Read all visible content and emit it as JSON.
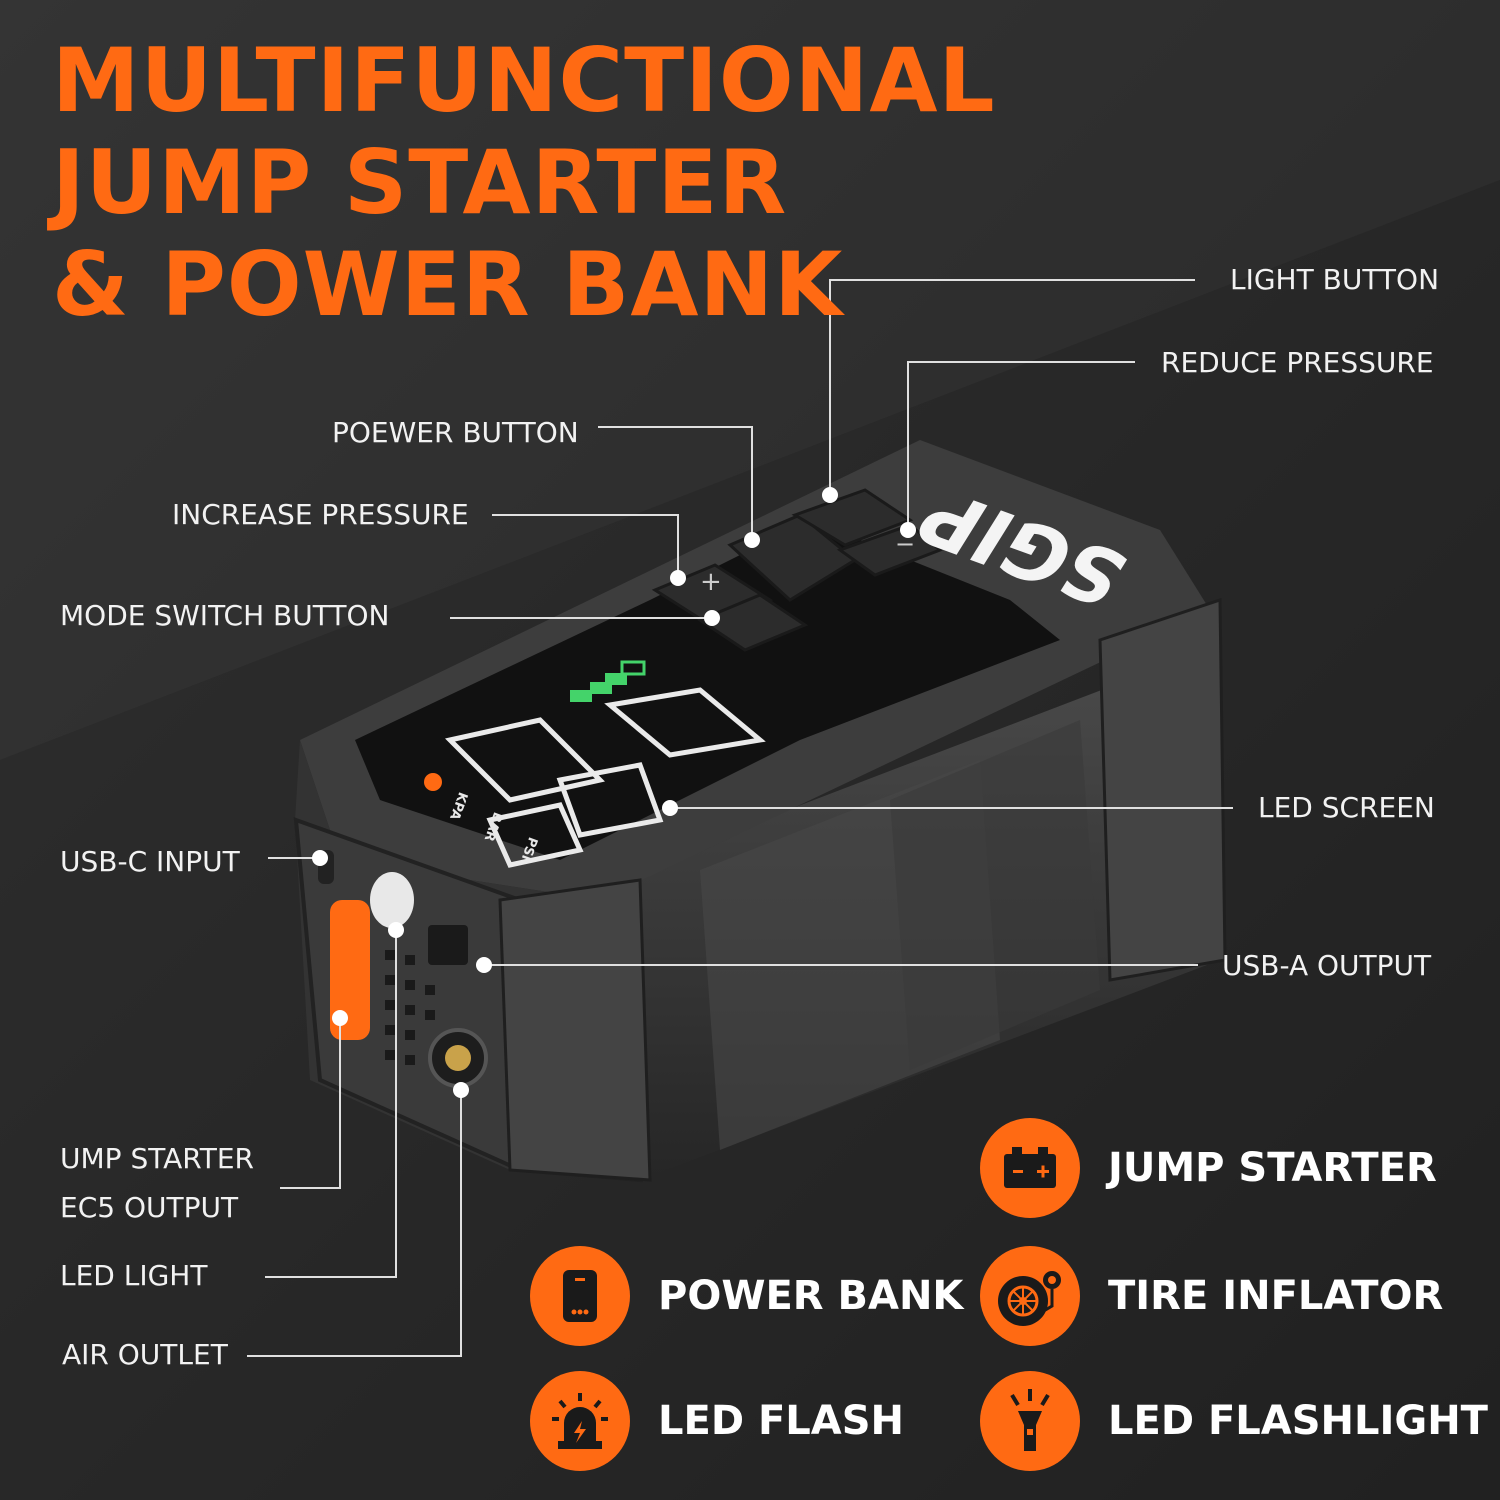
{
  "headline": {
    "line1": "MULTIFUNCTIONAL",
    "line2": "JUMP STARTER",
    "line3": "& POWER BANK"
  },
  "device": {
    "brand": "SGIP",
    "screen_units": {
      "kpa": "KPA",
      "bar": "BAR",
      "psi": "PSI"
    }
  },
  "callouts": {
    "light_button": "LIGHT BUTTON",
    "reduce_pressure": "REDUCE PRESSURE",
    "power_button": "POEWER BUTTON",
    "increase_pressure": "INCREASE PRESSURE",
    "mode_switch_button": "MODE SWITCH BUTTON",
    "led_screen": "LED SCREEN",
    "usb_c_input": "USB-C INPUT",
    "usb_a_output": "USB-A OUTPUT",
    "ec5_line1": "UMP STARTER",
    "ec5_line2": "EC5 OUTPUT",
    "led_light": "LED LIGHT",
    "air_outlet": "AIR OUTLET"
  },
  "features": [
    {
      "label": "JUMP STARTER",
      "icon": "battery-icon"
    },
    {
      "label": "POWER BANK",
      "icon": "power-bank-icon"
    },
    {
      "label": "TIRE INFLATOR",
      "icon": "tire-inflator-icon"
    },
    {
      "label": "LED FLASH",
      "icon": "warning-beacon-icon"
    },
    {
      "label": "LED FLASHLIGHT",
      "icon": "flashlight-icon"
    }
  ],
  "colors": {
    "accent": "#ff6a13",
    "background": "#2a2a2a",
    "text": "#f2f2f2"
  }
}
